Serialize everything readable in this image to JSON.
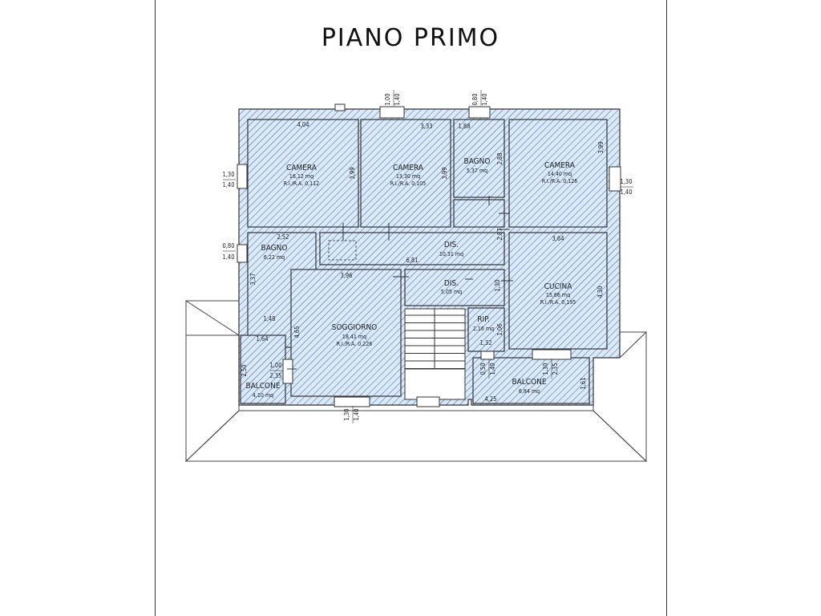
{
  "title": "PIANO PRIMO",
  "rooms": {
    "camera1": {
      "name": "CAMERA",
      "area": "16,12 mq",
      "ratio": "R.I./R.A. 0,112"
    },
    "camera2": {
      "name": "CAMERA",
      "area": "13,30 mq",
      "ratio": "R.I./R.A. 0,105"
    },
    "bagno1": {
      "name": "BAGNO",
      "area": "5,37 mq"
    },
    "camera3": {
      "name": "CAMERA",
      "area": "14,40 mq",
      "ratio": "R.I./R.A. 0,126"
    },
    "bagno2": {
      "name": "BAGNO",
      "area": "6,22 mq"
    },
    "dis1": {
      "name": "DIS.",
      "area": "10,31 mq"
    },
    "dis2": {
      "name": "DIS.",
      "area": "5,05 mq"
    },
    "cucina": {
      "name": "CUCINA",
      "area": "15,66 mq",
      "ratio": "R.I./R.A. 0,195"
    },
    "soggiorno": {
      "name": "SOGGIORNO",
      "area": "18,41 mq",
      "ratio": "R.I./R.A. 0,226"
    },
    "rip": {
      "name": "RIP.",
      "area": "2,16 mq"
    },
    "balcone1": {
      "name": "BALCONE",
      "area": "4,10 mq"
    },
    "balcone2": {
      "name": "BALCONE",
      "area": "6,84 mq"
    }
  },
  "dims": {
    "d404": "4,04",
    "d399a": "3,99",
    "d333": "3,33",
    "d399b": "3,99",
    "d188": "1,88",
    "d288": "2,88",
    "d399c": "3,99",
    "d252": "2,52",
    "d337": "3,37",
    "d148": "1,48",
    "d681": "6,81",
    "d287": "2,87",
    "d364": "3,64",
    "d430": "4,30",
    "d396": "3,96",
    "d465": "4,65",
    "d130": "1,30",
    "d106": "1,06",
    "d132": "1,32",
    "d164": "1,64",
    "d250": "2,50",
    "d425": "4,25",
    "d161": "1,61",
    "w_top1a": "1,00",
    "w_top1b": "1,40",
    "w_top2a": "0,80",
    "w_top2b": "1,40",
    "w_left1a": "1,30",
    "w_left1b": "1,40",
    "w_left2a": "0,80",
    "w_left2b": "1,40",
    "w_right1a": "1,30",
    "w_right1b": "1,40",
    "w_bal1a": "1,00",
    "w_bal1b": "2,35",
    "w_sogga": "1,30",
    "w_soggb": "1,40",
    "w_ripa": "0,50",
    "w_ripb": "1,40",
    "w_cuca": "1,30",
    "w_cucb": "2,35"
  },
  "colors": {
    "hatch": "#2f6fc6",
    "fill": "#dde9f7",
    "wall": "#333333"
  }
}
